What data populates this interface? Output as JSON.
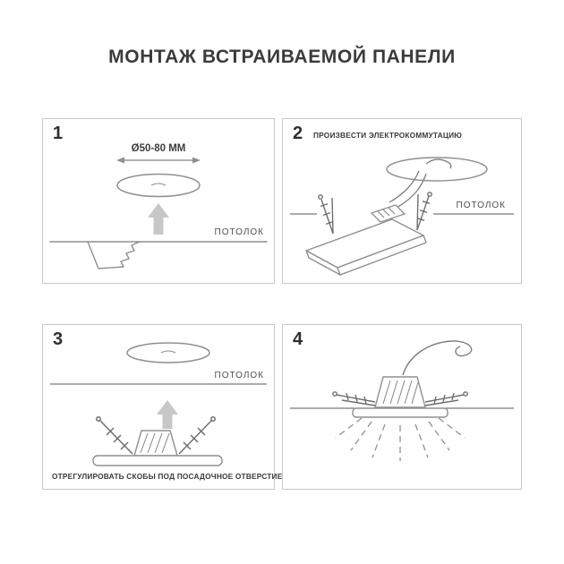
{
  "title": "МОНТАЖ ВСТРАИВАЕМОЙ ПАНЕЛИ",
  "colors": {
    "line": "#8f8f8f",
    "title_text": "#3b3b3b",
    "label_text": "#4f4f4f",
    "arrow_fill": "#c7c7c7",
    "panel_border": "#c9c9c9"
  },
  "steps": [
    {
      "number": "1",
      "dimension_label": "Ø50-80 ММ",
      "ceiling_label": "ПОТОЛОК"
    },
    {
      "number": "2",
      "caption": "ПРОИЗВЕСТИ ЭЛЕКТРОКОММУТАЦИЮ",
      "ceiling_label": "ПОТОЛОК"
    },
    {
      "number": "3",
      "caption": "ОТРЕГУЛИРОВАТЬ СКОБЫ ПОД ПОСАДОЧНОЕ ОТВЕРСТИЕ",
      "ceiling_label": "ПОТОЛОК"
    },
    {
      "number": "4"
    }
  ]
}
